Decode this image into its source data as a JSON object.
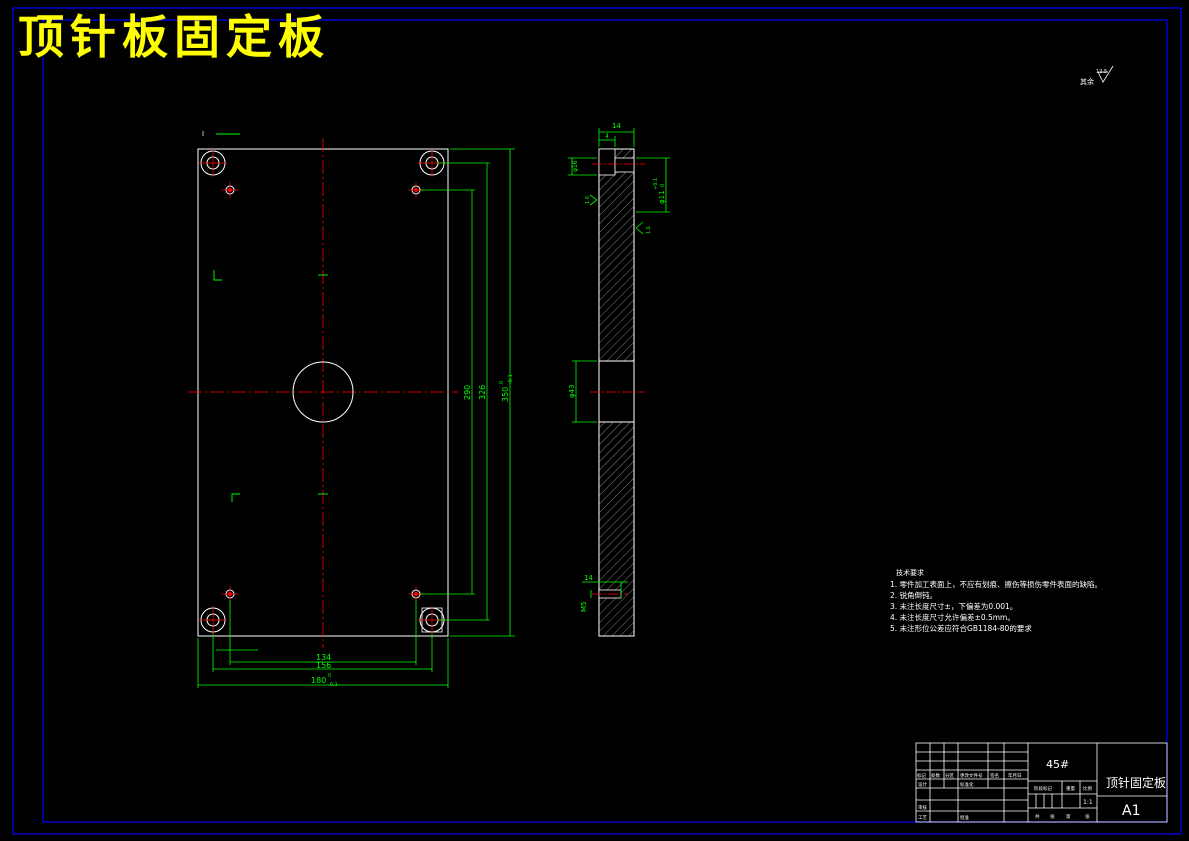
{
  "drawing": {
    "title": "顶针板固定板",
    "surface_roughness_rest": "其余",
    "roughness_value": "12.5",
    "material": "45#",
    "part_name": "顶针固定板",
    "sheet_size": "A1",
    "scale": "1:1",
    "colors": {
      "background": "#000000",
      "frame": "#0000ff",
      "outline": "#ffffff",
      "dimension": "#00ff00",
      "centerline": "#ff0000",
      "title": "#ffff00",
      "hatch": "#ffffff"
    }
  },
  "front_view": {
    "dims": {
      "hole_spacing_v": "290",
      "outer_v": "326",
      "total_height": "350",
      "total_height_tol_upper": "0",
      "total_height_tol_lower": "-0.1",
      "hole_spacing_h": "134",
      "outer_h": "156",
      "total_width": "180",
      "total_width_tol_upper": "0",
      "total_width_tol_lower": "-0.1",
      "section_mark": "I"
    }
  },
  "side_view": {
    "dims": {
      "thickness": "14",
      "counterbore_depth": "4",
      "counterbore_dia": "φ16",
      "hole_dia": "φ11",
      "hole_tol_upper": "+0.1",
      "hole_tol_lower": "0",
      "roughness_a": "1.6",
      "roughness_b": "1.6",
      "center_bore": "φ43",
      "thread_depth": "14",
      "thread_spec": "M5"
    }
  },
  "tech_requirements": {
    "heading": "技术要求",
    "items": [
      "1. 零件加工表面上，不应有划痕、擦伤等损伤零件表面的缺陷。",
      "2. 锐角倒钝。",
      "3. 未注长度尺寸±，下偏差为0.001。",
      "4. 未注长度尺寸允许偏差±0.5mm。",
      "5. 未注形位公差应符合GB1184-80的要求"
    ]
  },
  "title_block": {
    "row_labels": [
      "标记",
      "处数",
      "分区",
      "更改文件号",
      "签名",
      "年月日"
    ],
    "design_label": "设计",
    "standard_label": "标准化",
    "review_label": "审核",
    "process_label": "工艺",
    "approve_label": "批准",
    "stage_label": "阶段标记",
    "weight_label": "重量",
    "ratio_label": "比例",
    "sheet_total": "共",
    "sheet_unit": "张",
    "sheet_no": "第",
    "sheet_unit2": "张"
  }
}
